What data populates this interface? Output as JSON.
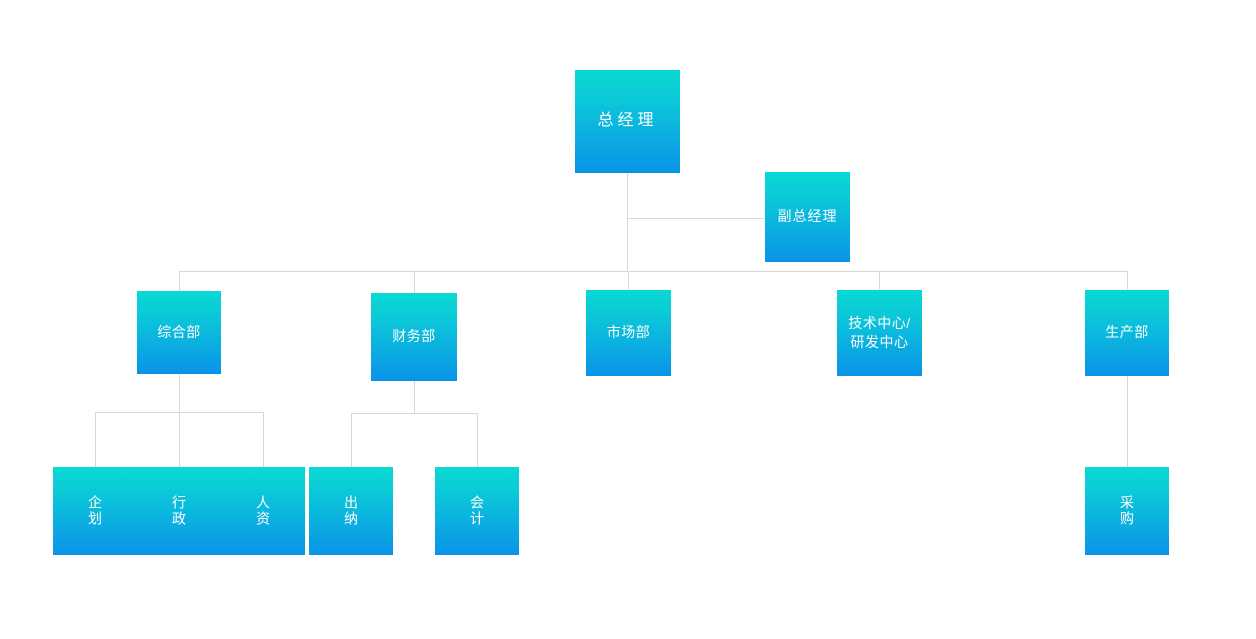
{
  "chart_data": {
    "type": "diagram",
    "diagram_type": "organizational-chart",
    "title": "",
    "orientation": "top-down",
    "node_style": {
      "gradient_top": "#0ad9d2",
      "gradient_bottom": "#0a93e8",
      "text_color": "#ffffff",
      "connector_color": "#d8d8d8",
      "background": "#ffffff"
    },
    "levels": [
      {
        "level": 1,
        "nodes": [
          "总经理"
        ]
      },
      {
        "level": 2,
        "nodes": [
          "副总经理"
        ]
      },
      {
        "level": 3,
        "nodes": [
          "综合部",
          "财务部",
          "市场部",
          "技术中心/研发中心",
          "生产部"
        ]
      },
      {
        "level": 4,
        "nodes": [
          "企划",
          "行政",
          "人资",
          "出纳",
          "会计",
          "采购"
        ]
      }
    ],
    "edges": [
      {
        "from": "总经理",
        "to": "副总经理"
      },
      {
        "from": "总经理",
        "to": "综合部"
      },
      {
        "from": "总经理",
        "to": "财务部"
      },
      {
        "from": "总经理",
        "to": "市场部"
      },
      {
        "from": "总经理",
        "to": "技术中心/研发中心"
      },
      {
        "from": "总经理",
        "to": "生产部"
      },
      {
        "from": "综合部",
        "to": "企划"
      },
      {
        "from": "综合部",
        "to": "行政"
      },
      {
        "from": "综合部",
        "to": "人资"
      },
      {
        "from": "财务部",
        "to": "出纳"
      },
      {
        "from": "财务部",
        "to": "会计"
      },
      {
        "from": "生产部",
        "to": "采购"
      }
    ]
  },
  "nodes": {
    "general_manager": "总经理",
    "deputy_general_manager": "副总经理",
    "general_affairs": "综合部",
    "finance": "财务部",
    "marketing": "市场部",
    "tech_center": "技术中心/\n研发中心",
    "production": "生产部",
    "planning": "企划",
    "administration": "行政",
    "human_resources": "人资",
    "cashier": "出纳",
    "accounting": "会计",
    "procurement": "采购"
  }
}
